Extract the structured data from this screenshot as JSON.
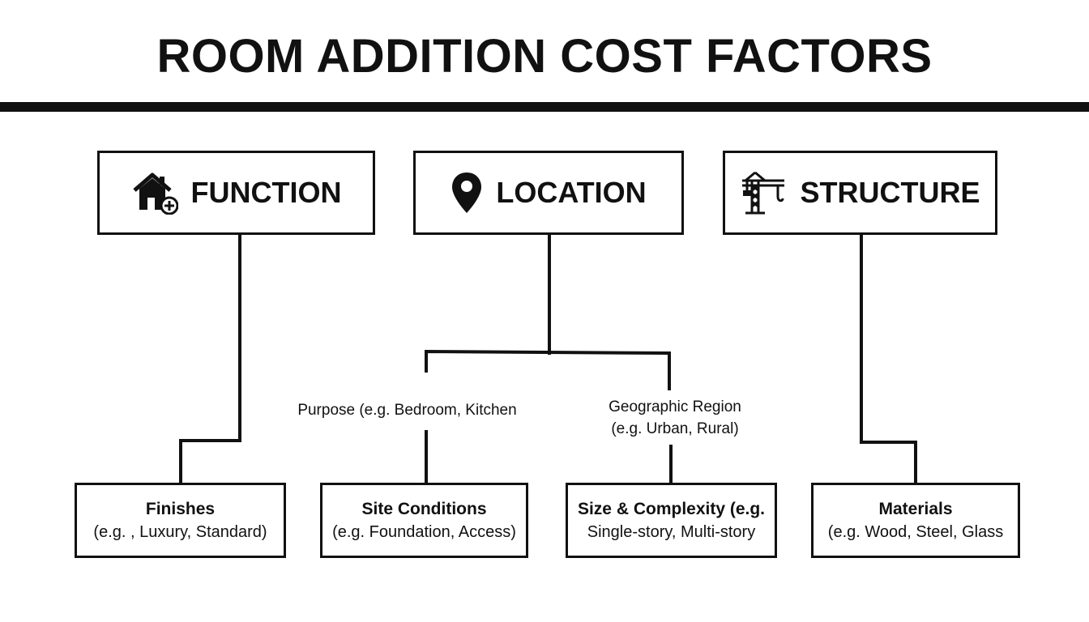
{
  "title": "ROOM ADDITION COST FACTORS",
  "colors": {
    "ink": "#111111",
    "background": "#ffffff"
  },
  "categories": [
    {
      "label": "FUNCTION",
      "icon": "house-plus-icon"
    },
    {
      "label": "LOCATION",
      "icon": "map-pin-icon"
    },
    {
      "label": "STRUCTURE",
      "icon": "crane-icon"
    }
  ],
  "branch_labels": [
    {
      "line1": "Purpose (e.g. Bedroom, Kitchen"
    },
    {
      "line1": "Geographic Region",
      "line2": "(e.g. Urban, Rural)"
    }
  ],
  "factors": [
    {
      "title": "Finishes",
      "detail": "(e.g. , Luxury, Standard)"
    },
    {
      "title": "Site Conditions",
      "detail": "(e.g. Foundation, Access)"
    },
    {
      "title": "Size & Complexity (e.g.",
      "detail": "Single-story, Multi-story"
    },
    {
      "title": "Materials",
      "detail": "(e.g. Wood, Steel, Glass"
    }
  ]
}
